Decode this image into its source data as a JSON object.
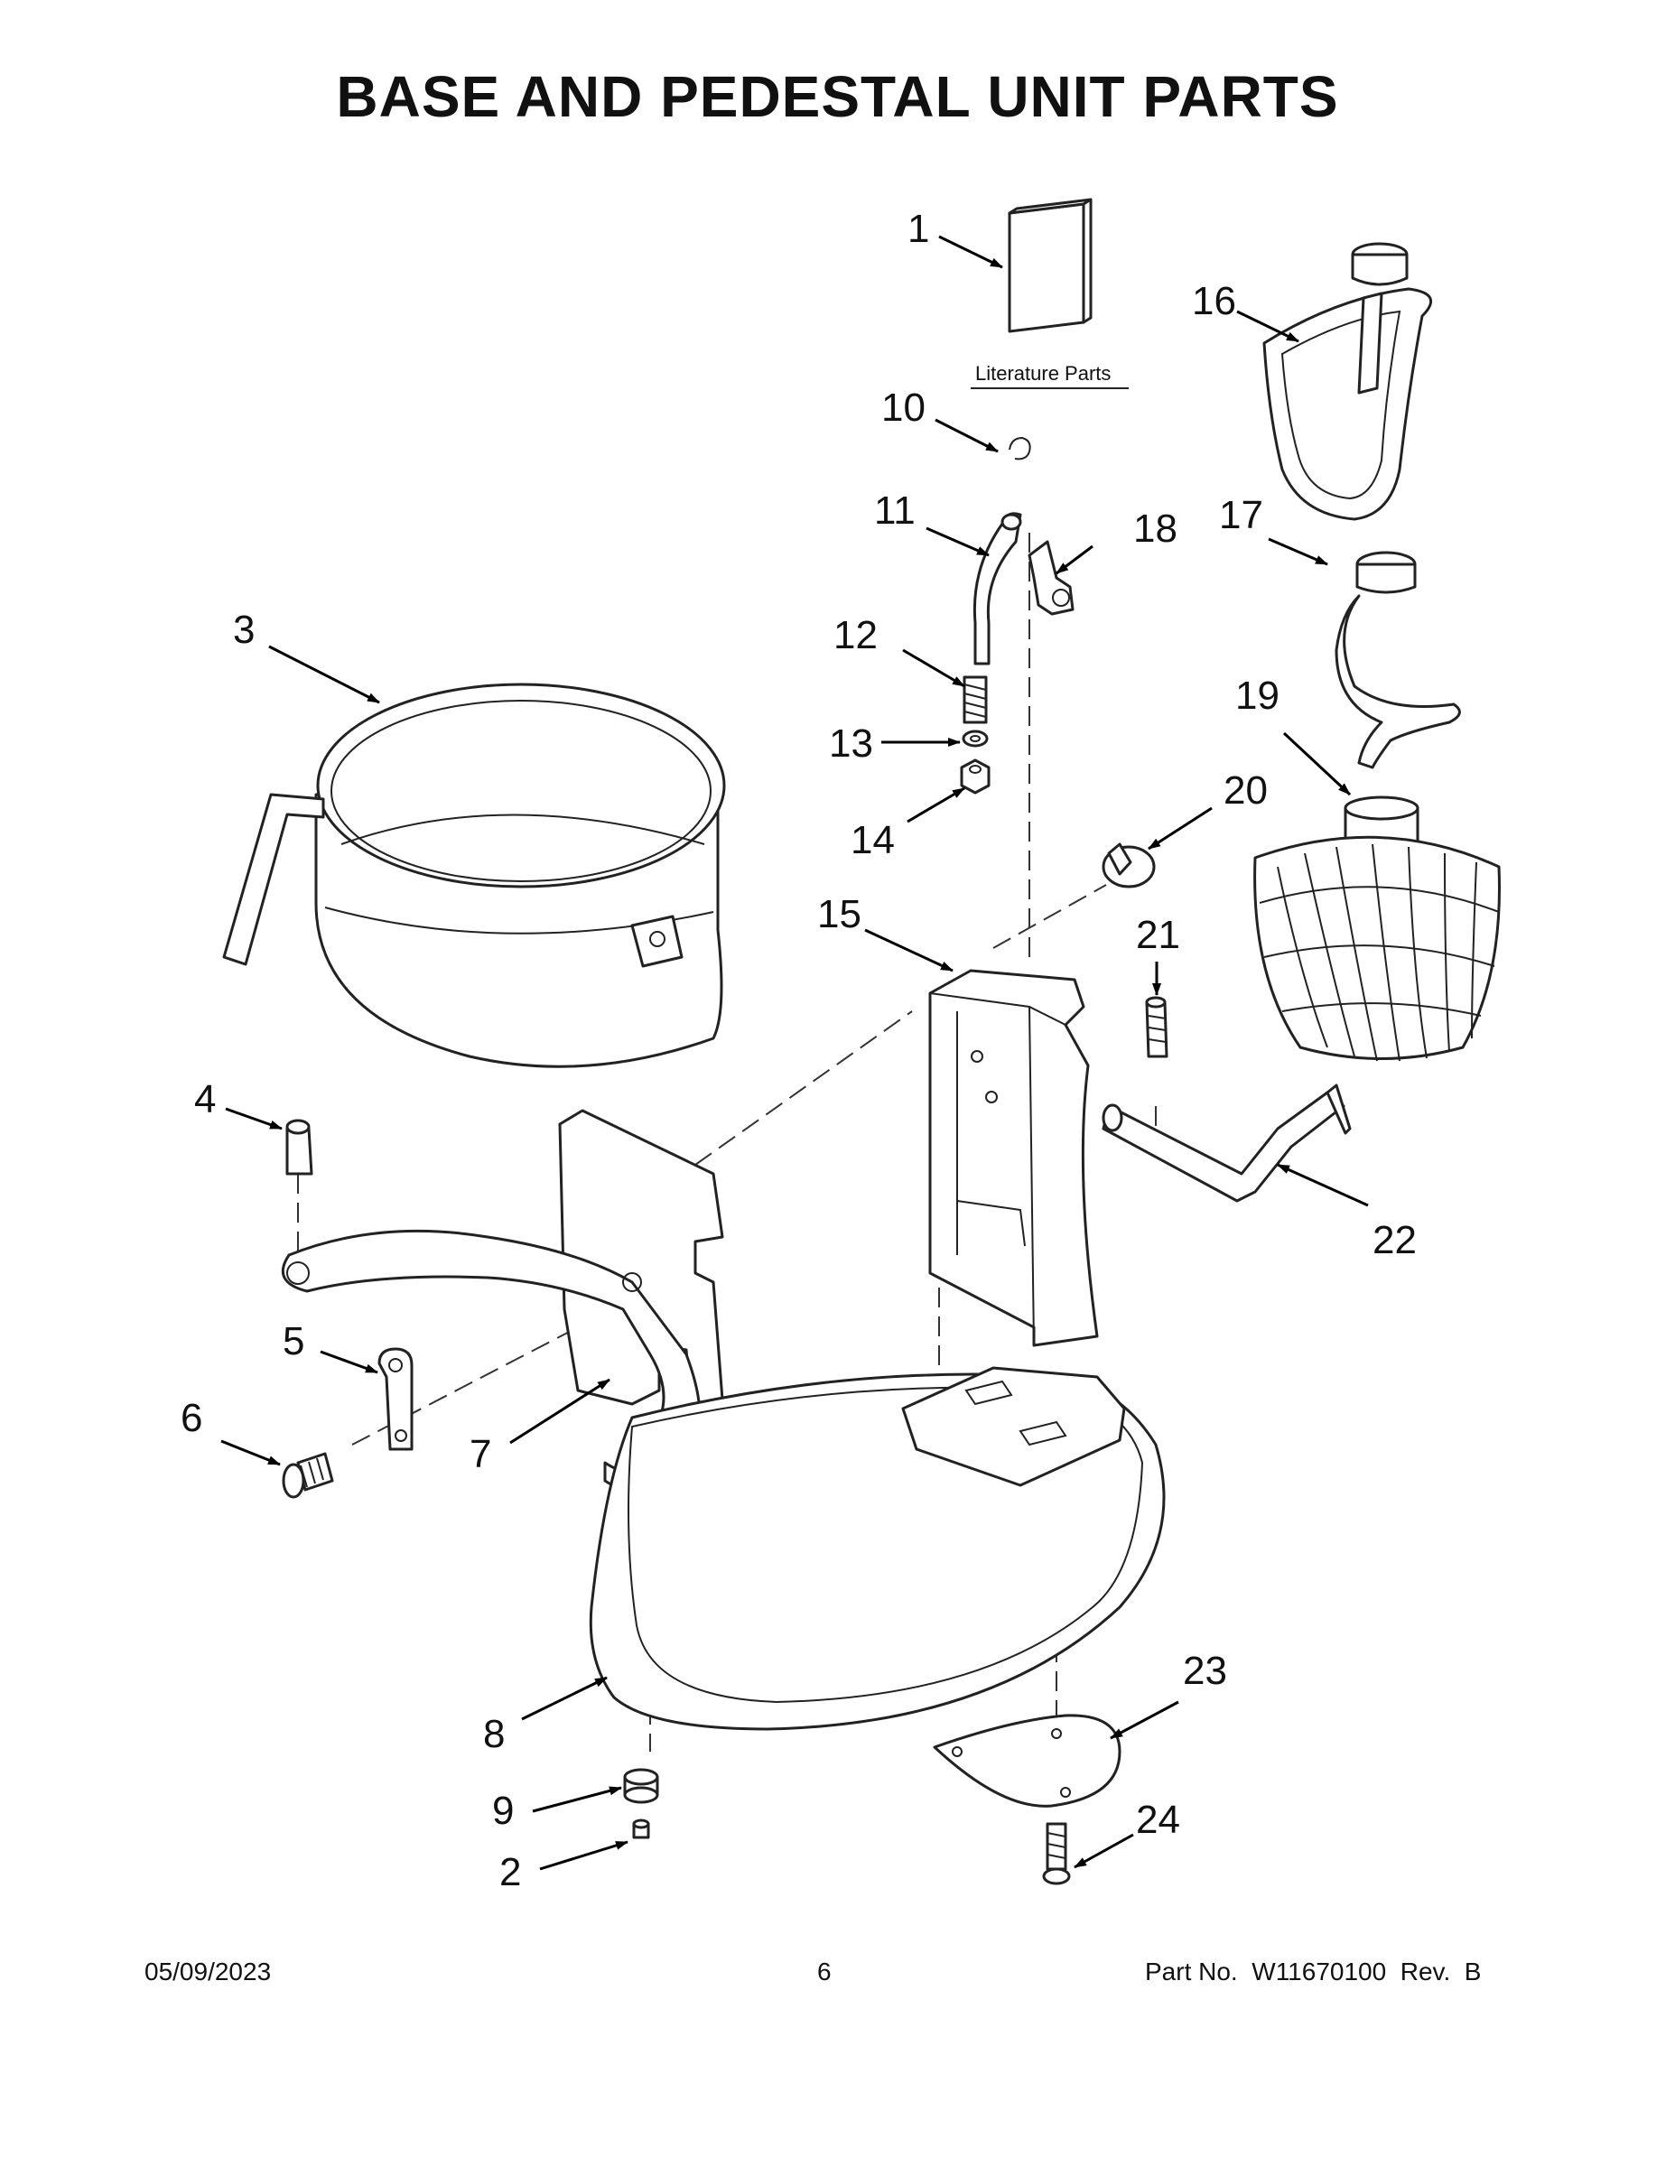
{
  "title": "BASE AND PEDESTAL UNIT PARTS",
  "literature_label": "Literature Parts",
  "callouts": [
    "1",
    "2",
    "3",
    "4",
    "5",
    "6",
    "7",
    "8",
    "9",
    "10",
    "11",
    "12",
    "13",
    "14",
    "15",
    "16",
    "17",
    "18",
    "19",
    "20",
    "21",
    "22",
    "23",
    "24"
  ],
  "footer": {
    "date": "05/09/2023",
    "page": "6",
    "part_no": "Part No.  W11670100  Rev.  B"
  }
}
